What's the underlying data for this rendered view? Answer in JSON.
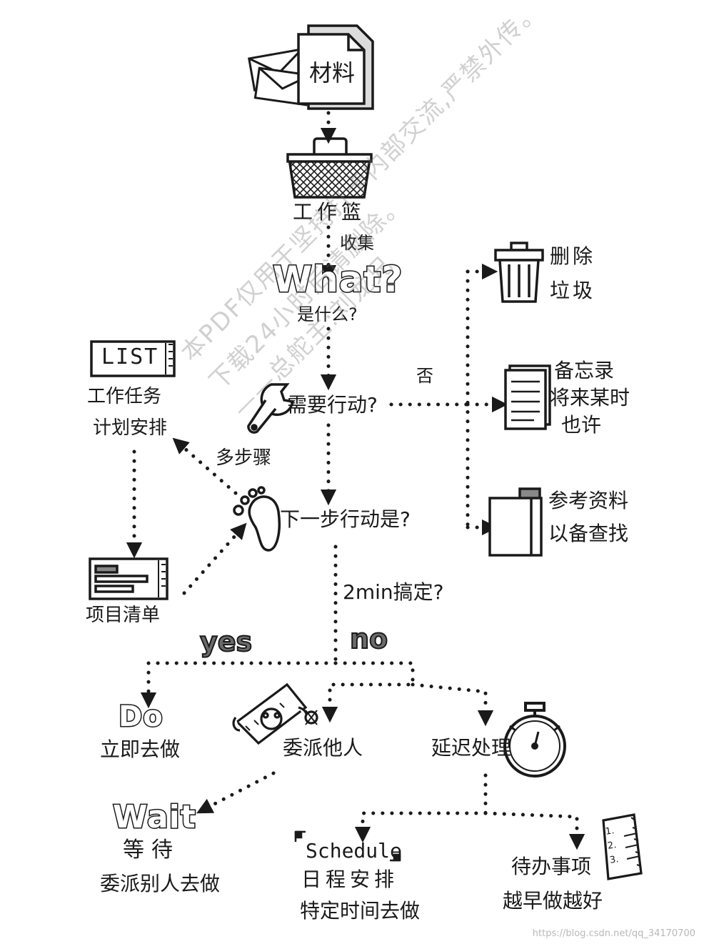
{
  "labels": {
    "material": "材料",
    "inbox_line1": "工作篮",
    "inbox_line2": "收集",
    "what_big": "What?",
    "what_sub": "是什么?",
    "no_label": "否",
    "need_action": "需要行动?",
    "trash_line1": "删除",
    "trash_line2": "垃圾",
    "memo_line1": "备忘录",
    "memo_line2": "将来某时",
    "memo_line3": "也许",
    "ref_line1": "参考资料",
    "ref_line2": "以备查找",
    "list_sign": "LIST",
    "list_line1": "工作任务",
    "list_line2": "计划安排",
    "multi_step": "多步骤",
    "next_action": "下一步行动是?",
    "project_list": "项目清单",
    "two_min": "2min搞定?",
    "yes": "yes",
    "no": "no",
    "do_big": "Do",
    "do_now": "立即去做",
    "delegate": "委派他人",
    "defer": "延迟处理",
    "wait_big": "Wait",
    "wait_line1": "等待",
    "wait_line2": "委派别人去做",
    "schedule": "Schedule",
    "schedule_line1": "日程安排",
    "schedule_line2": "特定时间去做",
    "todo_line1": "待办事项",
    "todo_line2": "越早做越好",
    "checklist_1": "1.",
    "checklist_2": "2.",
    "checklist_3": "3."
  },
  "watermark": {
    "line1": "本PDF仅用于坚持打卡内部交流,严禁外传。",
    "line2": "下载24小时后请删除。",
    "line3": "——总舵主:刘龙兄"
  },
  "credit": "https://blog.csdn.net/qq_34170700",
  "icons": [
    "envelope-icon",
    "document-icon",
    "basket-icon",
    "trash-can-icon",
    "notepad-icon",
    "folder-icon",
    "list-sign-icon",
    "wrench-icon",
    "footprint-icon",
    "project-list-icon",
    "ruler-icon",
    "stopwatch-icon",
    "checklist-icon"
  ],
  "colors": {
    "ink": "#1a1a1a",
    "paper": "#ffffff",
    "watermark": "#8a8a8a",
    "fill_gray": "#6b6b6b"
  }
}
